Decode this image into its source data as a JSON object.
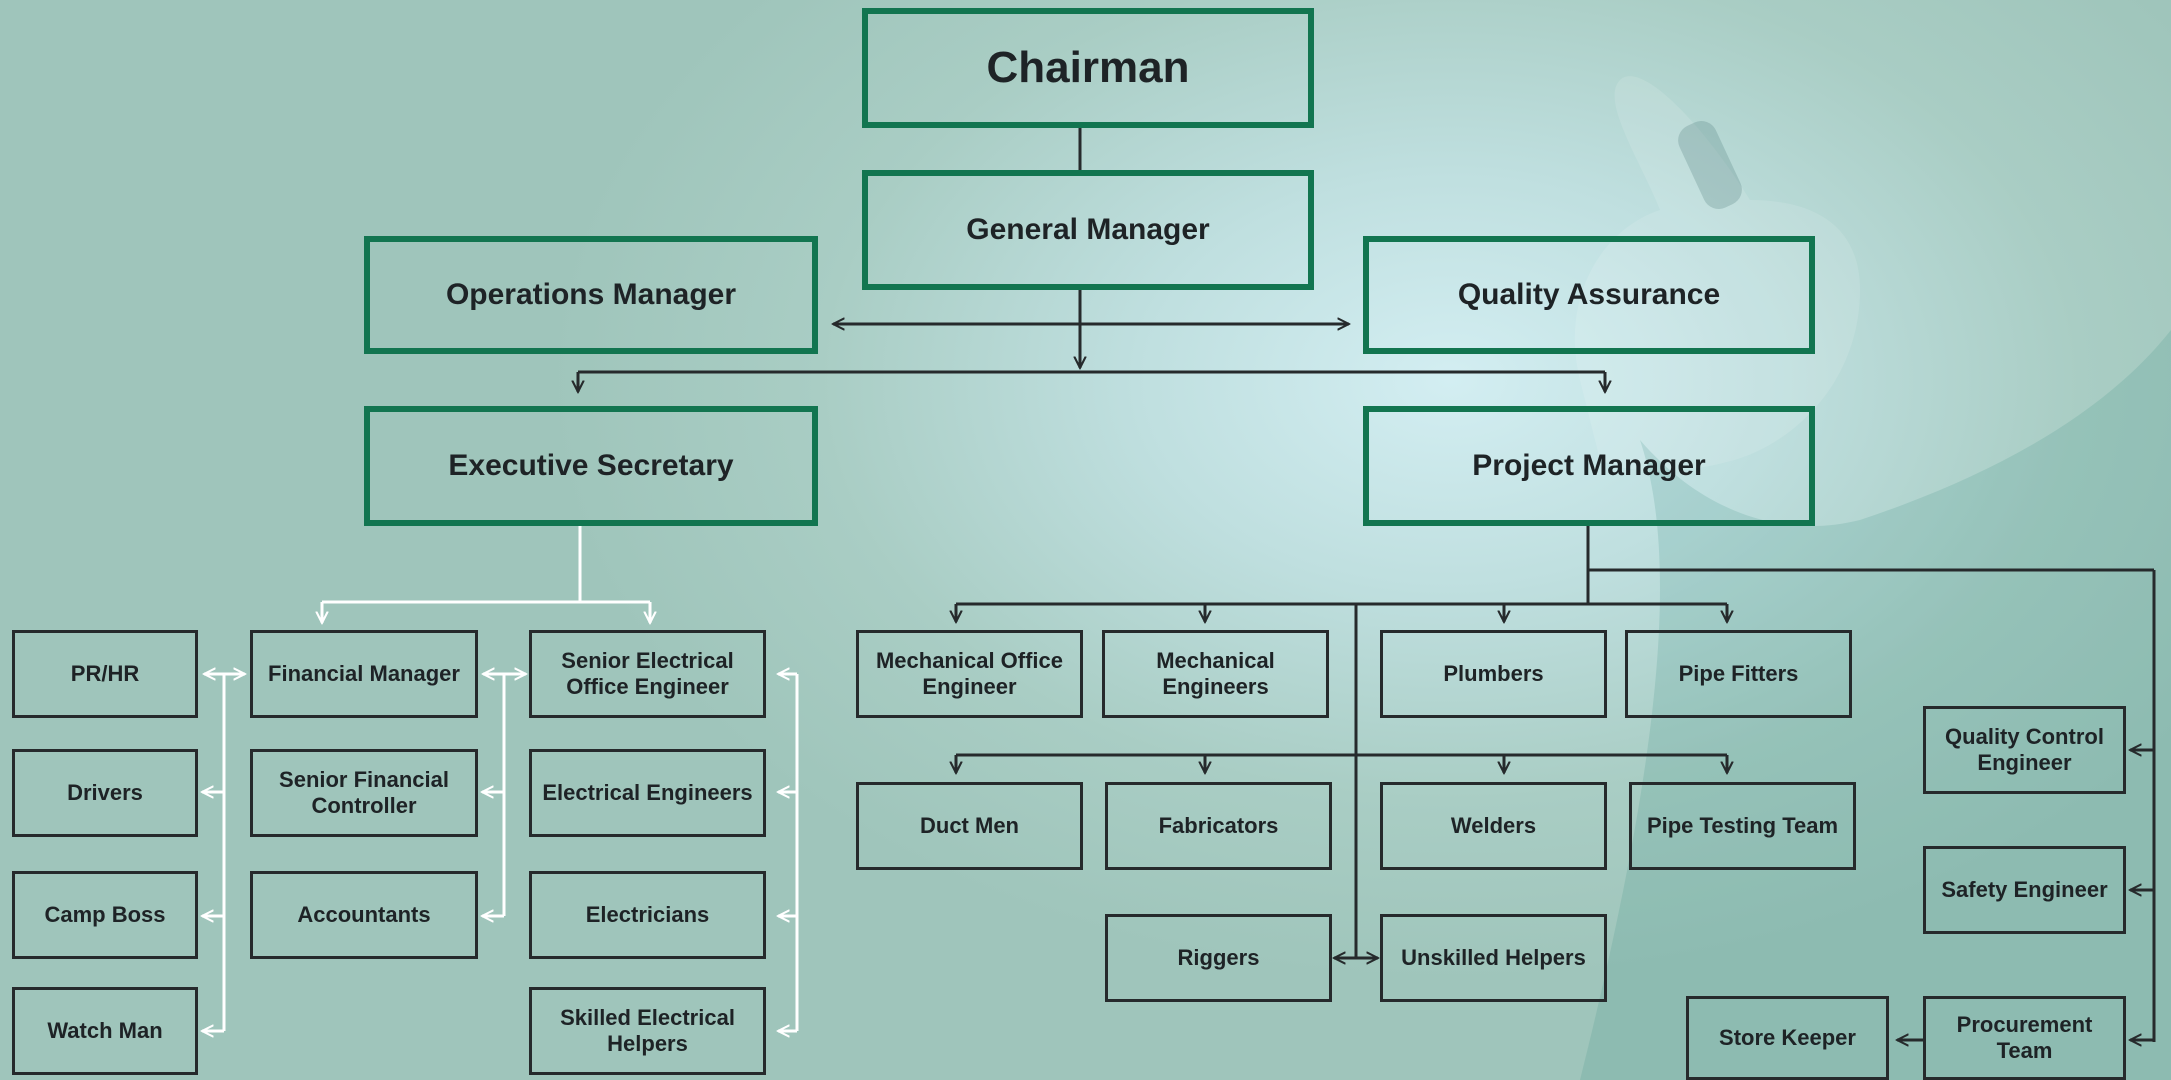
{
  "colors": {
    "primary_border": "#127550",
    "secondary_border": "#262a2c",
    "connector_dark": "#262a2c",
    "connector_light": "#ffffff",
    "background": "#a9cdc4"
  },
  "diagram": {
    "chairman": "Chairman",
    "general_manager": "General Manager",
    "operations_manager": "Operations Manager",
    "quality_assurance": "Quality Assurance",
    "executive_secretary": "Executive Secretary",
    "project_manager": "Project Manager",
    "pr_hr": "PR/HR",
    "drivers": "Drivers",
    "camp_boss": "Camp Boss",
    "watch_man": "Watch Man",
    "financial_manager": "Financial Manager",
    "senior_financial_controller": "Senior Financial Controller",
    "accountants": "Accountants",
    "senior_electrical_office_engineer": "Senior Electrical Office Engineer",
    "electrical_engineers": "Electrical Engineers",
    "electricians": "Electricians",
    "skilled_electrical_helpers": "Skilled Electrical Helpers",
    "mechanical_office_engineer": "Mechanical Office Engineer",
    "mechanical_engineers": "Mechanical Engineers",
    "plumbers": "Plumbers",
    "pipe_fitters": "Pipe Fitters",
    "duct_men": "Duct Men",
    "fabricators": "Fabricators",
    "welders": "Welders",
    "pipe_testing_team": "Pipe Testing Team",
    "riggers": "Riggers",
    "unskilled_helpers": "Unskilled Helpers",
    "quality_control_engineer": "Quality Control Engineer",
    "safety_engineer": "Safety Engineer",
    "procurement_team": "Procurement Team",
    "store_keeper": "Store Keeper"
  }
}
